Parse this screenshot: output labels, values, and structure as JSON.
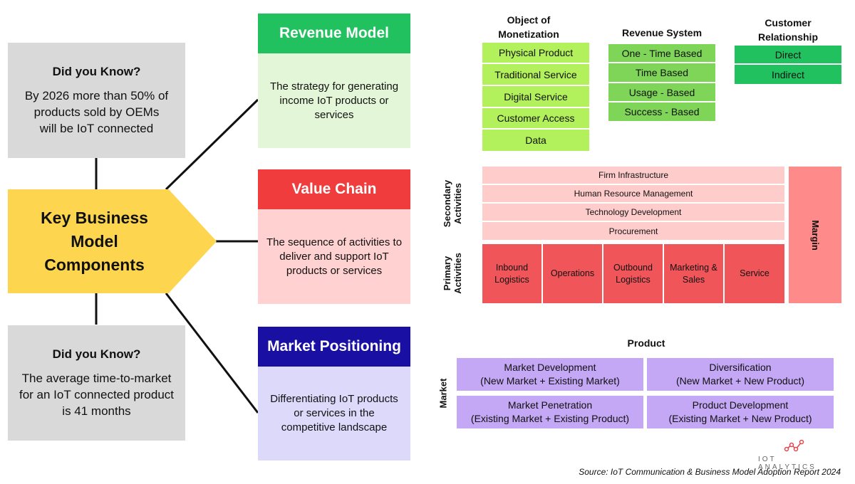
{
  "did_you_know_top": {
    "title": "Did you Know?",
    "lines": [
      "By 2026 more than 50% of",
      "products sold by OEMs",
      "will be IoT connected"
    ]
  },
  "did_you_know_bottom": {
    "title": "Did you Know?",
    "lines": [
      "The average time-to-market",
      "for an IoT connected product",
      "is 41 months"
    ]
  },
  "center": {
    "lines": [
      "Key Business",
      "Model",
      "Components"
    ]
  },
  "components": {
    "revenue": {
      "title": "Revenue Model",
      "desc_lines": [
        "The strategy for generating",
        "income IoT products or",
        "services"
      ],
      "color": "#20c15e",
      "desc_bg": "#e3f7d8"
    },
    "value_chain": {
      "title": "Value Chain",
      "desc_lines": [
        "The sequence of activities to",
        "deliver and support IoT",
        "products or services"
      ],
      "color": "#f03c3c",
      "desc_bg": "#ffd1d1"
    },
    "market": {
      "title": "Market Positioning",
      "desc_lines": [
        "Differentiating IoT products",
        "or services in the",
        "competitive landscape"
      ],
      "color": "#1a0fa3",
      "desc_bg": "#ddd9fb"
    }
  },
  "monetization": {
    "title_lines": [
      "Object of",
      "Monetization"
    ],
    "items": [
      "Physical Product",
      "Traditional Service",
      "Digital Service",
      "Customer Access",
      "Data"
    ]
  },
  "revenue_system": {
    "title": "Revenue System",
    "items": [
      "One - Time Based",
      "Time Based",
      "Usage - Based",
      "Success - Based"
    ]
  },
  "customer_relationship": {
    "title_lines": [
      "Customer",
      "Relationship"
    ],
    "items": [
      "Direct",
      "Indirect"
    ]
  },
  "value_chain_diagram": {
    "secondary_label_lines": [
      "Secondary",
      "Activities"
    ],
    "primary_label_lines": [
      "Primary",
      "Activities"
    ],
    "secondary": [
      "Firm Infrastructure",
      "Human Resource Management",
      "Technology Development",
      "Procurement"
    ],
    "primary": [
      {
        "lines": [
          "Inbound",
          "Logistics"
        ]
      },
      {
        "lines": [
          "Operations"
        ]
      },
      {
        "lines": [
          "Outbound",
          "Logistics"
        ]
      },
      {
        "lines": [
          "Marketing &",
          "Sales"
        ]
      },
      {
        "lines": [
          "Service"
        ]
      }
    ],
    "margin": "Margin"
  },
  "ansoff": {
    "product_label": "Product",
    "market_label": "Market",
    "cells": [
      {
        "title": "Market Development",
        "sub": "(New Market + Existing Market)"
      },
      {
        "title": "Diversification",
        "sub": "(New Market + New Product)"
      },
      {
        "title": "Market Penetration",
        "sub": "(Existing Market + Existing Product)"
      },
      {
        "title": "Product Development",
        "sub": "(Existing Market + New Product)"
      }
    ]
  },
  "logo": {
    "text": "IOT ANALYTICS"
  },
  "source": "Source: IoT Communication & Business Model Adoption Report 2024"
}
